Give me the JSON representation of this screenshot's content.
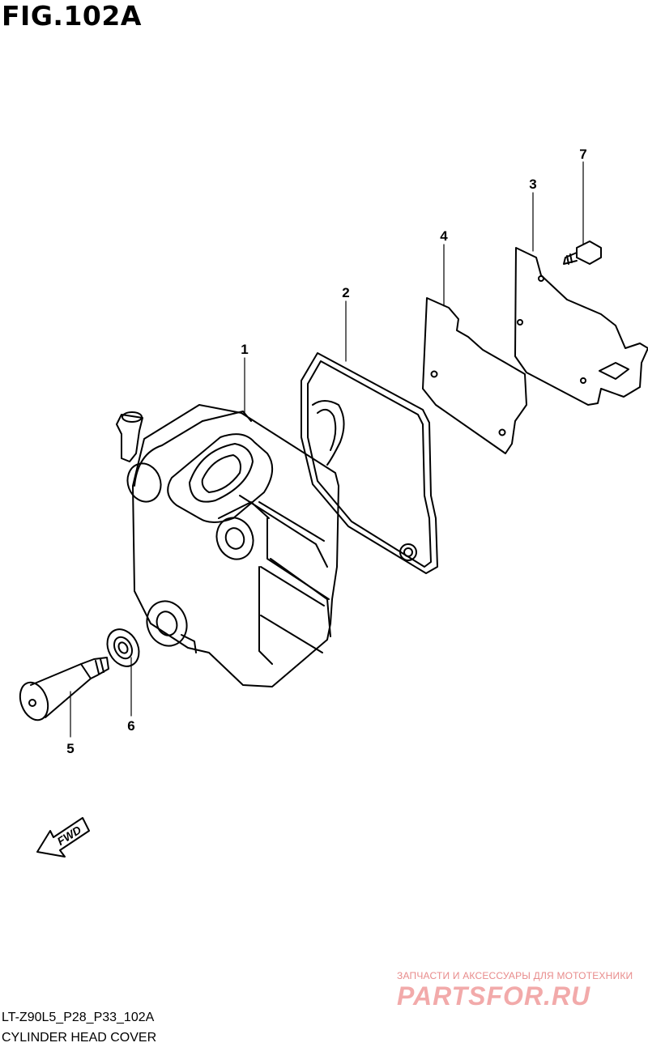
{
  "figure": {
    "title": "FIG.102A",
    "code": "LT-Z90L5_P28_P33_102A",
    "name": "CYLINDER HEAD COVER"
  },
  "callouts": [
    "1",
    "2",
    "3",
    "4",
    "5",
    "6",
    "7"
  ],
  "fwd_label": "FWD",
  "watermark": {
    "tagline": "ЗАПЧАСТИ И АКСЕССУАРЫ ДЛЯ МОТОТЕХНИКИ",
    "brand": "PARTSFOR.RU",
    "color": "#e88b8b"
  }
}
